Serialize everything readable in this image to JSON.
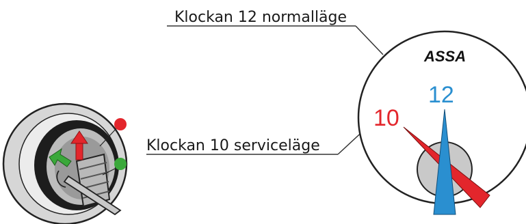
{
  "callouts": {
    "normal": "Klockan 12 normalläge",
    "service": "Klockan 10 serviceläge"
  },
  "dial": {
    "brand": "ASSA",
    "normal_number": "12",
    "service_number": "10"
  },
  "colors": {
    "normal": "#2a8fd0",
    "service": "#e3262c",
    "green": "#3aa83a",
    "red_dot": "#e3262c",
    "hub": "#c9c9c9",
    "outline": "#222222"
  }
}
